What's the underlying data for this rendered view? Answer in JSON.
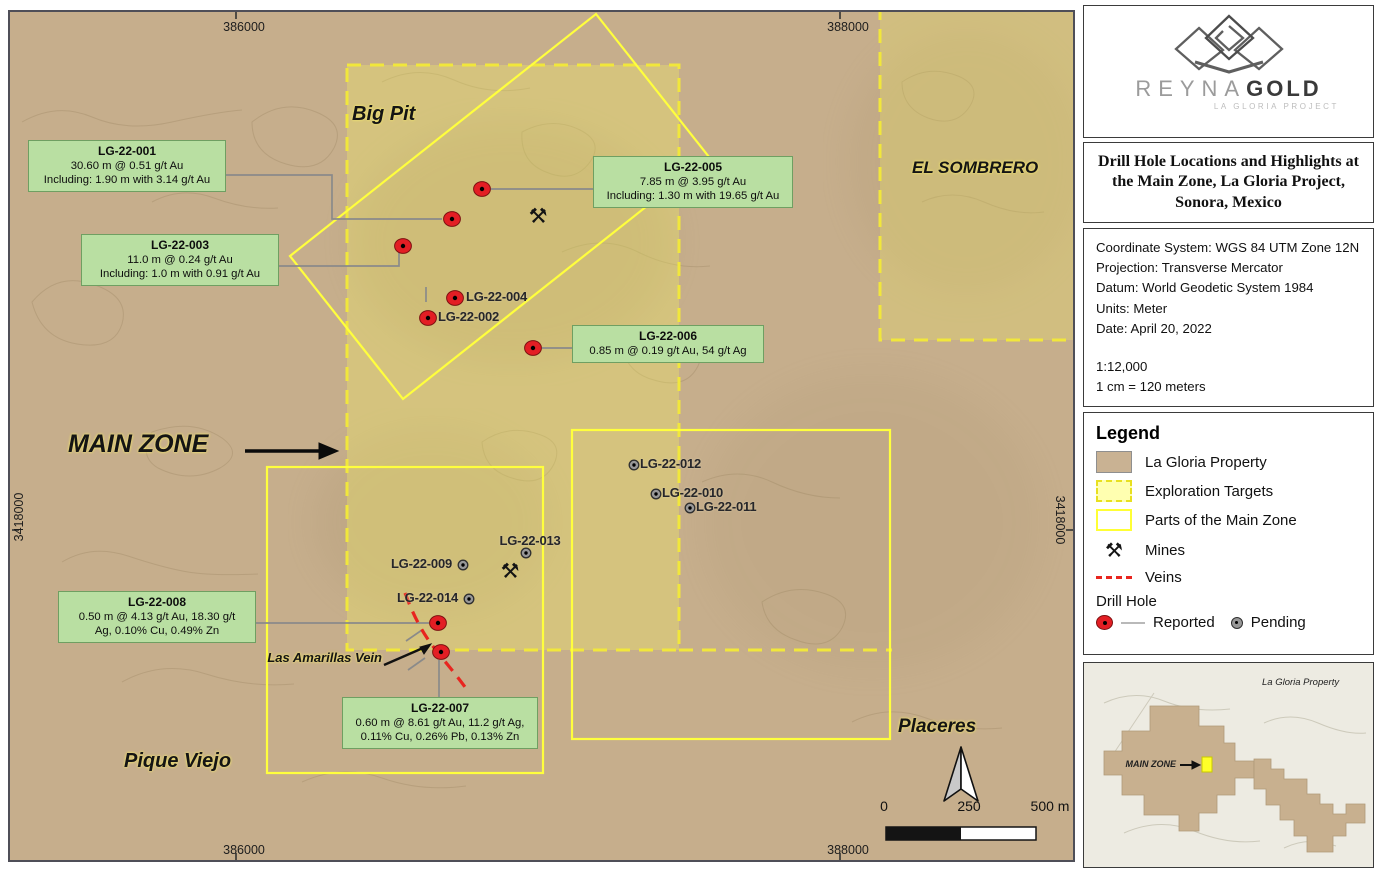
{
  "map": {
    "axis": {
      "top_left": "386000",
      "top_right": "388000",
      "bottom_left": "386000",
      "bottom_right": "388000",
      "left": "3418000",
      "right": "3418000"
    },
    "labels": {
      "big_pit": "Big Pit",
      "el_sombrero": "EL SOMBRERO",
      "main_zone": "MAIN ZONE",
      "pique_viejo": "Pique Viejo",
      "placeres": "Placeres",
      "vein": "Las Amarillas Vein"
    },
    "holes": {
      "lg002": "LG-22-002",
      "lg004": "LG-22-004",
      "lg009": "LG-22-009",
      "lg010": "LG-22-010",
      "lg011": "LG-22-011",
      "lg012": "LG-22-012",
      "lg013": "LG-22-013",
      "lg014": "LG-22-014"
    },
    "callouts": {
      "lg001": {
        "title": "LG-22-001",
        "line1": "30.60 m @ 0.51 g/t Au",
        "line2": "Including: 1.90 m with 3.14 g/t Au"
      },
      "lg003": {
        "title": "LG-22-003",
        "line1": "11.0 m @ 0.24 g/t Au",
        "line2": "Including: 1.0 m with 0.91 g/t Au"
      },
      "lg005": {
        "title": "LG-22-005",
        "line1": "7.85 m @ 3.95 g/t Au",
        "line2": "Including: 1.30 m with 19.65 g/t Au"
      },
      "lg006": {
        "title": "LG-22-006",
        "line1": "0.85 m @ 0.19 g/t Au, 54 g/t Ag"
      },
      "lg008": {
        "title": "LG-22-008",
        "line1": "0.50 m @ 4.13 g/t Au, 18.30 g/t",
        "line2": "Ag, 0.10% Cu, 0.49% Zn"
      },
      "lg007": {
        "title": "LG-22-007",
        "line1": "0.60 m @ 8.61 g/t Au, 11.2 g/t Ag,",
        "line2": "0.11% Cu, 0.26% Pb, 0.13% Zn"
      }
    },
    "scale_bar": {
      "zero": "0",
      "mid": "250",
      "end": "500 m"
    },
    "icons": {
      "mine": "⚒"
    }
  },
  "sidebar": {
    "logo": {
      "brand_a": "REYNA",
      "brand_b": "GOLD",
      "subtitle": "LA GLORIA PROJECT"
    },
    "title": "Drill Hole Locations and Highlights at the Main Zone, La Gloria Project, Sonora, Mexico",
    "info": {
      "coordinate_system": "Coordinate System: WGS 84 UTM Zone 12N",
      "projection": "Projection: Transverse Mercator",
      "datum": "Datum: World Geodetic System 1984",
      "units": "Units: Meter",
      "date": "Date: April 20, 2022",
      "scale_ratio": "1:12,000",
      "scale_equiv": "1 cm = 120 meters"
    },
    "legend": {
      "title": "Legend",
      "property": "La Gloria Property",
      "targets": "Exploration Targets",
      "main_zone_parts": "Parts of the Main Zone",
      "mines": "Mines",
      "veins": "Veins",
      "drill_hole": "Drill Hole",
      "reported": "Reported",
      "pending": "Pending"
    },
    "inset": {
      "property": "La Gloria Property",
      "main_zone": "MAIN ZONE"
    }
  },
  "colors": {
    "property_fill": "#c6ae8c",
    "target_fill": "#f0e981",
    "target_border": "#f1e73b",
    "main_zone_border": "#ffff3d",
    "reported_red": "#e31e24",
    "pending_gray": "#989898",
    "callout_green": "#b9dfa2",
    "vein_red": "#e8251f"
  }
}
